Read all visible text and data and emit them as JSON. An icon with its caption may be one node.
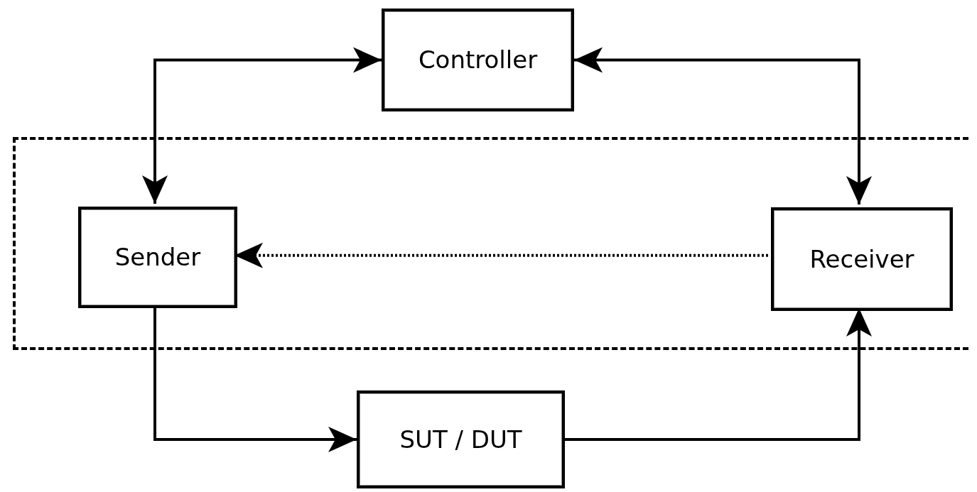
{
  "diagram": {
    "nodes": [
      {
        "text": [
          "Controller"
        ]
      },
      {
        "text": [],
        "shape": "box"
      },
      {
        "text": [
          "Sender"
        ],
        "in": 1
      },
      {
        "text": [
          "Receiver"
        ],
        "in": 1
      },
      {
        "text": [
          "SUT / DUT"
        ]
      }
    ],
    "edges": [
      {
        "from": 2,
        "to": 0,
        "arrow": "both"
      },
      {
        "from": 3,
        "to": 0,
        "arrow": "both"
      },
      {
        "from": 3,
        "to": 2,
        "arrow": "to",
        "style": "dashed"
      },
      {
        "from": 2,
        "to": 4,
        "arrow": "to"
      },
      {
        "from": 4,
        "to": 3,
        "arrow": "to"
      }
    ]
  }
}
